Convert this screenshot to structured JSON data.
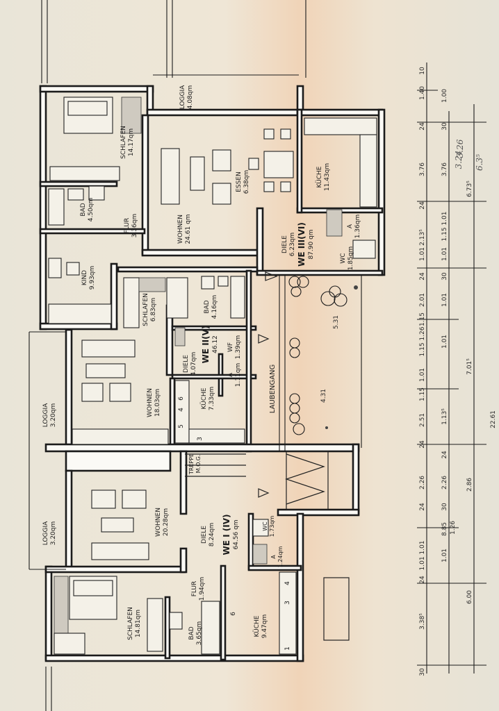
{
  "title": "",
  "rooms": [
    {
      "id": "loggia-top",
      "name": "LOGGIA",
      "area": "4.08qm"
    },
    {
      "id": "schlafen-3",
      "name": "SCHLAFEN",
      "area": "14.17qm"
    },
    {
      "id": "bad-3",
      "name": "BAD",
      "area": "4.50qm"
    },
    {
      "id": "flur-3",
      "name": "FLUR",
      "area": "3.36qm"
    },
    {
      "id": "wohnen-3",
      "name": "WOHNEN",
      "area": "24.61 qm"
    },
    {
      "id": "essen-3",
      "name": "ESSEN",
      "area": "6.38qm"
    },
    {
      "id": "kueche-3",
      "name": "KÜCHE",
      "area": "11.43qm"
    },
    {
      "id": "diele-3",
      "name": "DIELE",
      "area": "6.23qm"
    },
    {
      "id": "a-3",
      "name": "A",
      "area": "1.36qm"
    },
    {
      "id": "wc-3",
      "name": "WC",
      "area": "1.85qm"
    },
    {
      "id": "kind",
      "name": "KIND",
      "area": "9.93qm"
    },
    {
      "id": "schlafen-2",
      "name": "SCHLAFEN",
      "area": "6.83qm"
    },
    {
      "id": "bad-2",
      "name": "BAD",
      "area": "4.16qm"
    },
    {
      "id": "diele-2",
      "name": "DIELE",
      "area": "4.07qm"
    },
    {
      "id": "wf-2",
      "name": "WF",
      "area": "1.39qm"
    },
    {
      "id": "a-2",
      "name": "A",
      "area": "1.11qm"
    },
    {
      "id": "kueche-2",
      "name": "KÜCHE",
      "area": "7.33qm"
    },
    {
      "id": "wohnen-2",
      "name": "WOHNEN",
      "area": "18.03qm"
    },
    {
      "id": "loggia-mid",
      "name": "LOGGIA",
      "area": "3.20qm"
    },
    {
      "id": "loggia-low",
      "name": "LOGGIA",
      "area": "3.20qm"
    },
    {
      "id": "wohnen-1",
      "name": "WOHNEN",
      "area": "20.28qm"
    },
    {
      "id": "diele-1",
      "name": "DIELE",
      "area": "8.24qm"
    },
    {
      "id": "wc-1",
      "name": "WC",
      "area": "1.73qm"
    },
    {
      "id": "a-1",
      "name": "A",
      "area": "1.24qm"
    },
    {
      "id": "flur-1",
      "name": "FLUR",
      "area": "1.94qm"
    },
    {
      "id": "schlafen-1",
      "name": "SCHLAFEN",
      "area": "14.81qm"
    },
    {
      "id": "bad-1",
      "name": "BAD",
      "area": "3.65qm"
    },
    {
      "id": "kueche-1",
      "name": "KÜCHE",
      "area": "9.47qm"
    }
  ],
  "units": [
    {
      "id": "we3",
      "name": "WE III(VI)",
      "area": "87.90 qm"
    },
    {
      "id": "we2",
      "name": "WE II(V)",
      "area": "46.12"
    },
    {
      "id": "we1",
      "name": "WE I (IV)",
      "area": "64.56 qm"
    }
  ],
  "labels": {
    "laubengang": "LAUBENGANG",
    "treppe": "TREPPE",
    "mog": "M.O.G.",
    "dim_531": "5.31",
    "dim_431": "4.31"
  },
  "kitchen_nums": {
    "k2": [
      "6",
      "4",
      "5",
      "3"
    ],
    "k1": [
      "6",
      "4",
      "3",
      "1"
    ]
  },
  "dims_outer": [
    "30",
    "3.38⁵",
    "24",
    "1.01 1.01",
    "24",
    "2.26",
    "24",
    "2.51",
    "1.15",
    "1.01",
    "1.15 1.26",
    "1.15",
    "2.01",
    "24",
    "1.01",
    "2.13⁵",
    "24",
    "3.76",
    "24",
    "1.40",
    "10"
  ],
  "dims_mid": [
    "1.01",
    "1.26",
    "8.85",
    "30",
    "2.26",
    "24",
    "1.13⁵",
    "1.01",
    "1.01",
    "30",
    "1.01",
    "1.15 1.01",
    "3.76",
    "30",
    "1.00"
  ],
  "dims_inner": [
    "6.00",
    "2.86",
    "7.01⁵",
    "6.73⁵"
  ],
  "dims_total": "22.61",
  "handwritten": [
    "3.26",
    "3.24",
    "6.3⁵"
  ]
}
